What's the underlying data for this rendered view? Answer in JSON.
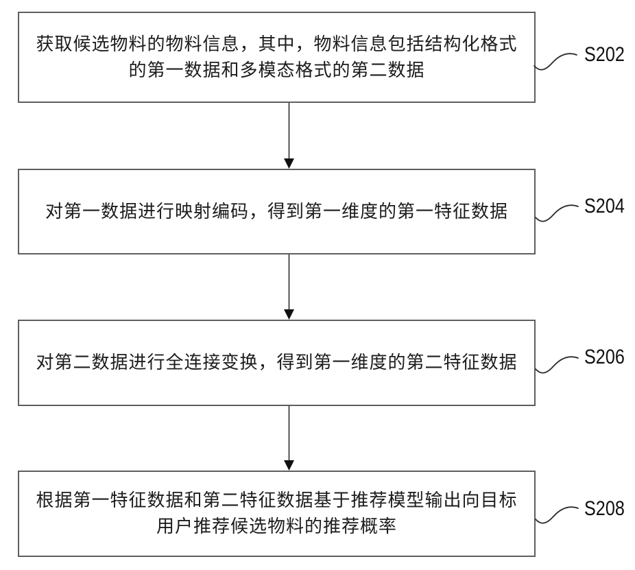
{
  "figure": {
    "type": "flowchart",
    "background_color": "#ffffff",
    "box_border_color": "#5e5e5e",
    "line_color": "#2b2b2b",
    "text_color": "#1c1c1c"
  },
  "flowchart": {
    "steps": [
      {
        "id": "S202",
        "lines": [
          "获取候选物料的物料信息，其中，物料信息包括结构化格式",
          "的第一数据和多模态格式的第二数据"
        ]
      },
      {
        "id": "S204",
        "lines": [
          "对第一数据进行映射编码，得到第一维度的第一特征数据"
        ]
      },
      {
        "id": "S206",
        "lines": [
          "对第二数据进行全连接变换，得到第一维度的第二特征数据"
        ]
      },
      {
        "id": "S208",
        "lines": [
          "根据第一特征数据和第二特征数据基于推荐模型输出向目标",
          "用户推荐候选物料的推荐概率"
        ]
      }
    ]
  }
}
